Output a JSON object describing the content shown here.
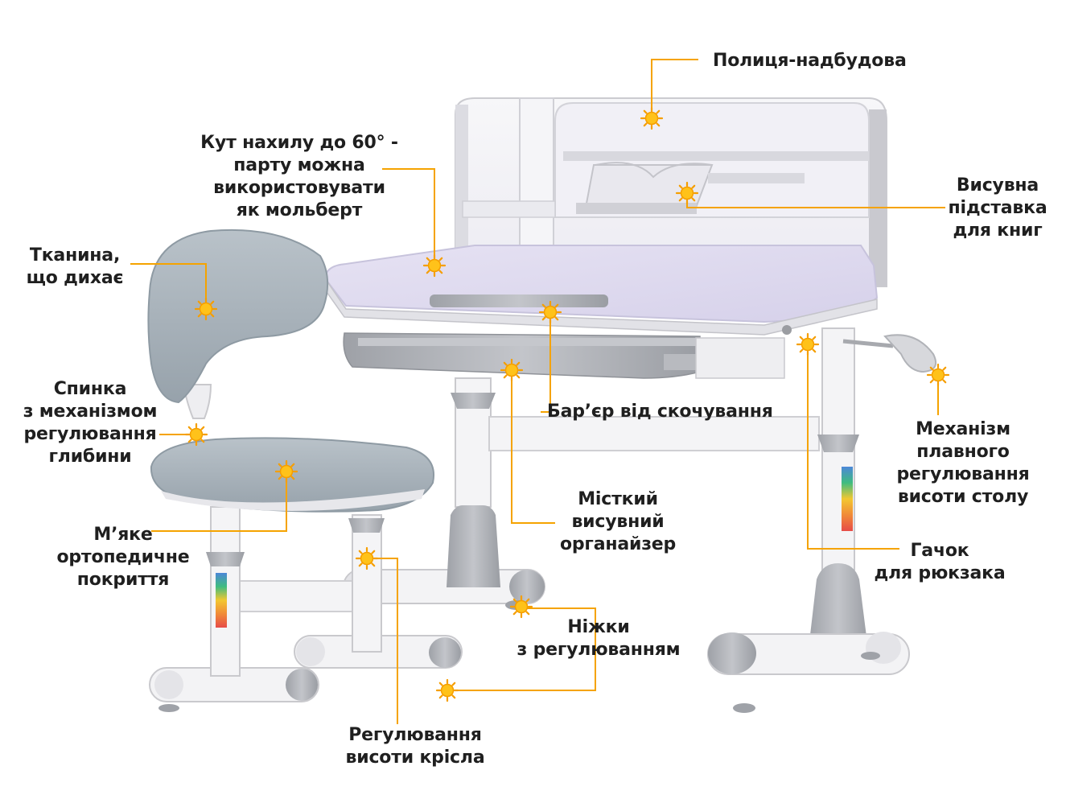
{
  "colors": {
    "callout": "#f5a300",
    "marker_fill": "#ffc21a",
    "marker_ring": "#f59e00",
    "frame_white": "#f4f4f6",
    "frame_edge": "#c8c8cc",
    "grey_part": "#a9abb0",
    "desktop_lilac": "#ddd8ee",
    "seat_grey": "#a9b3bb",
    "text": "#1f1f1f"
  },
  "icons": [
    "sun-marker-icon"
  ],
  "labels": {
    "shelf": [
      "Полиця-надбудова"
    ],
    "tilt": [
      "Кут нахилу до 60° -",
      "парту можна",
      "використовувати",
      "як мольберт"
    ],
    "book_stand": [
      "Висувна",
      "підставка",
      "для книг"
    ],
    "fabric": [
      "Тканина,",
      "що дихає"
    ],
    "barrier": [
      "Бар’єр від скочування"
    ],
    "backrest": [
      "Спинка",
      "з механізмом",
      "регулювання",
      "глибини"
    ],
    "height_mech": [
      "Механізм",
      "плавного",
      "регулювання",
      "висоти столу"
    ],
    "organizer": [
      "Місткий",
      "висувний",
      "органайзер"
    ],
    "soft_cover": [
      "М’яке",
      "ортопедичне",
      "покриття"
    ],
    "hook": [
      "Гачок",
      "для рюкзака"
    ],
    "feet": [
      "Ніжки",
      "з регулюванням"
    ],
    "chair_height": [
      "Регулювання",
      "висоти крісла"
    ]
  }
}
